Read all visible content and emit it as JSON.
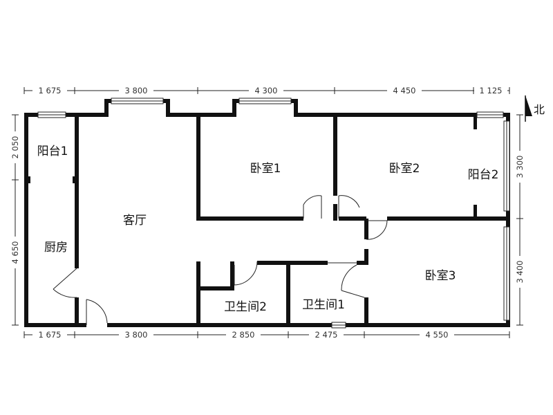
{
  "dimensions": {
    "top": [
      "1 675",
      "3 800",
      "4 300",
      "4 450",
      "1 125"
    ],
    "bottom": [
      "1 675",
      "3 800",
      "2 850",
      "2 475",
      "4 550"
    ],
    "left": [
      "2 050",
      "4 650"
    ],
    "right": [
      "3 300",
      "3 400"
    ]
  },
  "rooms": {
    "balcony1": "阳台1",
    "living": "客厅",
    "bedroom1": "卧室1",
    "bedroom2": "卧室2",
    "balcony2": "阳台2",
    "kitchen": "厨房",
    "bedroom3": "卧室3",
    "bath2": "卫生间2",
    "bath1": "卫生间1"
  },
  "compass": {
    "label": "北",
    "icon": "north-arrow-icon"
  }
}
